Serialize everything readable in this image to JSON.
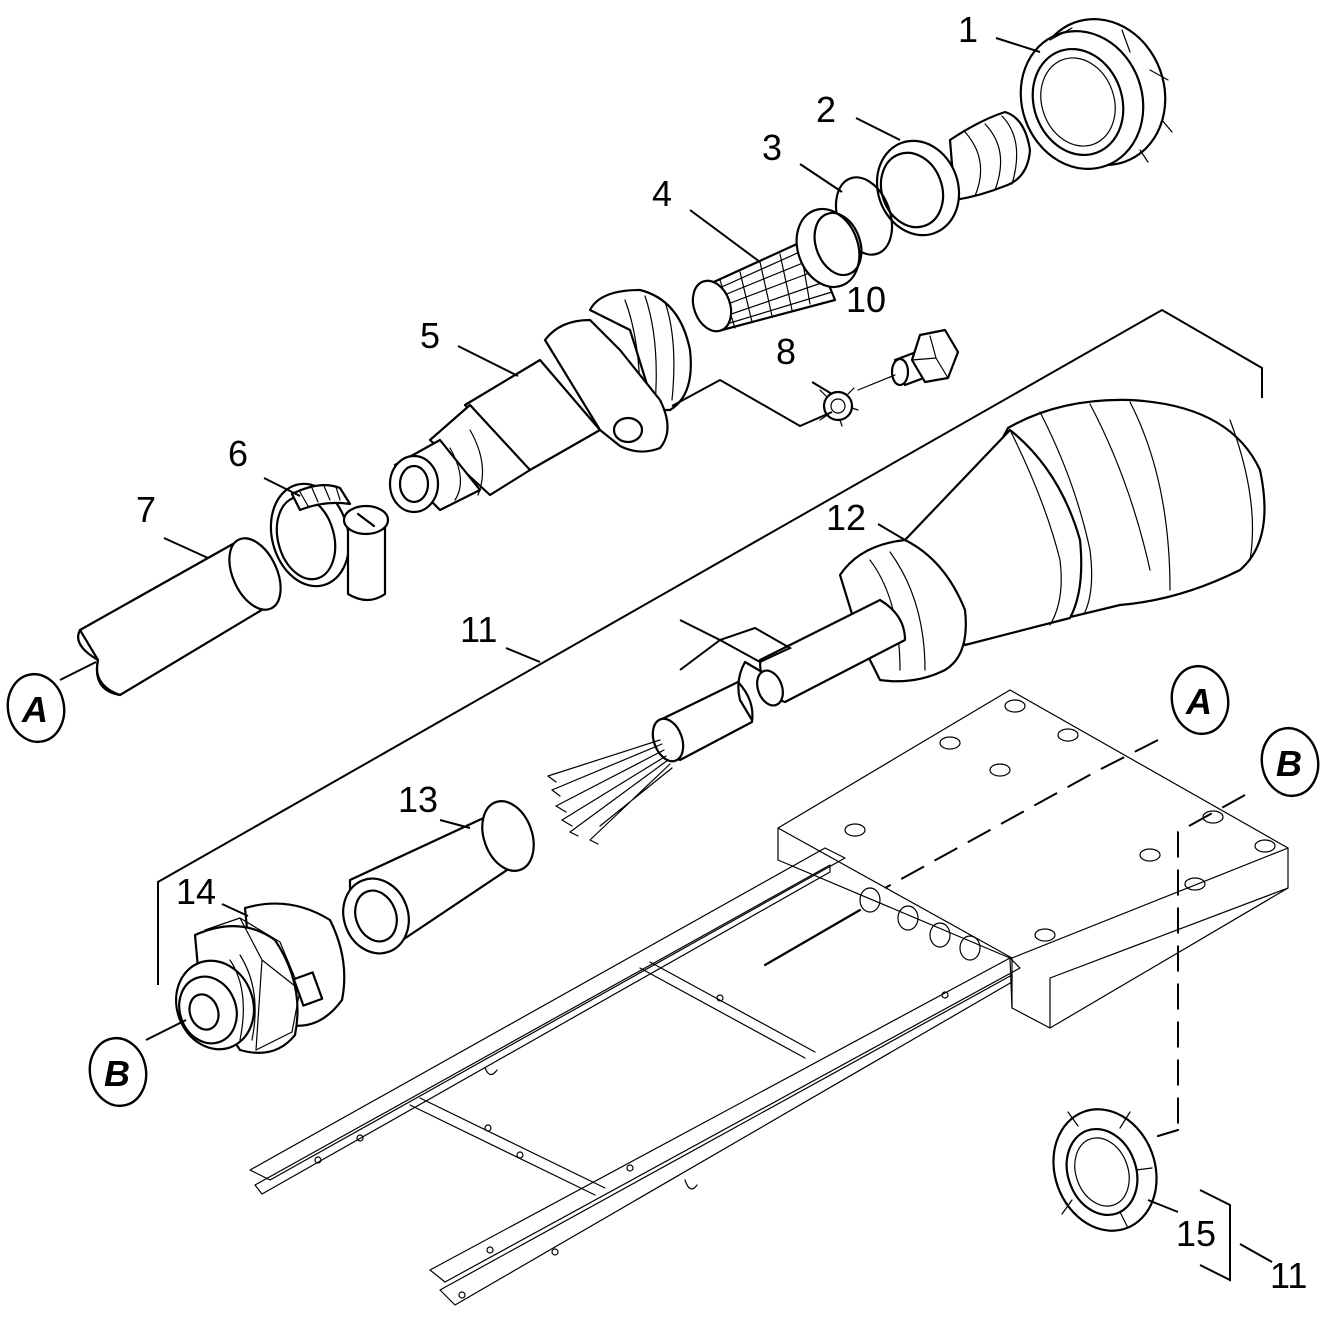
{
  "callouts": {
    "c1": "1",
    "c2": "2",
    "c3": "3",
    "c4": "4",
    "c5": "5",
    "c6": "6",
    "c7": "7",
    "c8": "8",
    "c10": "10",
    "c11_left": "11",
    "c11_right": "11",
    "c12": "12",
    "c13": "13",
    "c14": "14",
    "c15": "15"
  },
  "connectors": {
    "a_left": "A",
    "a_right": "A",
    "b_left": "B",
    "b_right": "B"
  }
}
